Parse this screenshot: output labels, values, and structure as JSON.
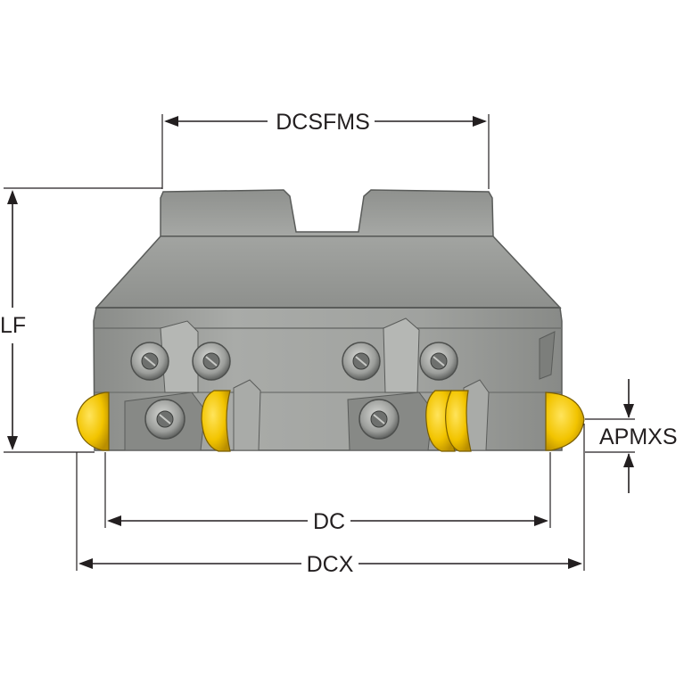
{
  "dimensions": {
    "dcsfms": "DCSFMS",
    "lf": "LF",
    "apmxs": "APMXS",
    "dc": "DC",
    "dcx": "DCX"
  },
  "colors": {
    "body": "#9a9c99",
    "body_dark": "#6f716f",
    "body_light": "#c4c5c2",
    "insert": "#f2c400",
    "insert_dark": "#b98e00",
    "line": "#231f20"
  }
}
